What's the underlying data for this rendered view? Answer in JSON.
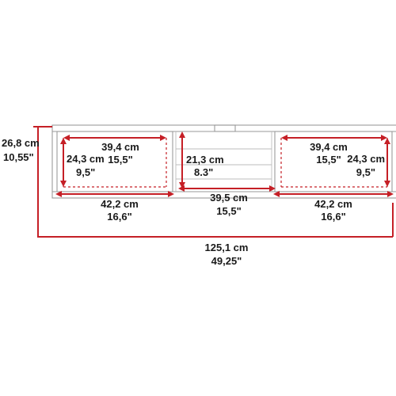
{
  "height": {
    "cm": "26,8 cm",
    "in": "10,55\""
  },
  "total_width": {
    "cm": "125,1 cm",
    "in": "49,25\""
  },
  "left_cabinet": {
    "inner_width": {
      "cm": "39,4 cm",
      "in": "15,5\""
    },
    "inner_height": {
      "cm": "24,3 cm",
      "in": "9,5\""
    },
    "outer_width": {
      "cm": "42,2 cm",
      "in": "16,6\""
    }
  },
  "center_shelf": {
    "height": {
      "cm": "21,3 cm",
      "in": "8.3\""
    },
    "width": {
      "cm": "39,5 cm",
      "in": "15,5\""
    }
  },
  "right_cabinet": {
    "inner_width": {
      "cm": "39,4 cm",
      "in": "15,5\""
    },
    "inner_height": {
      "cm": "24,3 cm",
      "in": "9,5\""
    },
    "outer_width": {
      "cm": "42,2 cm",
      "in": "16,6\""
    }
  },
  "colors": {
    "dimension": "#c51f26",
    "outline": "#9a9a9a",
    "text": "#1a1a1a"
  }
}
